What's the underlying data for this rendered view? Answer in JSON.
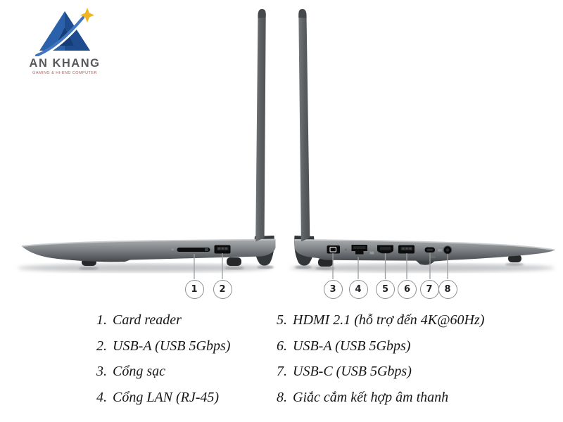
{
  "logo": {
    "brand": "AN KHANG",
    "tagline": "GAMING & HI-END COMPUTER"
  },
  "callouts": [
    "1",
    "2",
    "3",
    "4",
    "5",
    "6",
    "7",
    "8"
  ],
  "laptops": {
    "left_view": {
      "ports": [
        "card-reader-slot",
        "usb-a-port"
      ]
    },
    "right_view": {
      "ports": [
        "power-port",
        "lan-port",
        "hdmi-port",
        "usb-a-port",
        "usb-c-port",
        "audio-jack-port"
      ]
    }
  },
  "legend": {
    "left": [
      {
        "num": "1.",
        "label": "Card reader"
      },
      {
        "num": "2.",
        "label": "USB-A (USB 5Gbps)"
      },
      {
        "num": "3.",
        "label": "Cổng sạc"
      },
      {
        "num": "4.",
        "label": "Cổng LAN (RJ-45)"
      }
    ],
    "right": [
      {
        "num": "5.",
        "label": "HDMI 2.1 (hỗ trợ đến 4K@60Hz)"
      },
      {
        "num": "6.",
        "label": "USB-A (USB 5Gbps)"
      },
      {
        "num": "7.",
        "label": "USB-C (USB 5Gbps)"
      },
      {
        "num": "8.",
        "label": "Giắc cắm kết hợp âm thanh"
      }
    ]
  },
  "colors": {
    "laptop_body": "#6e7276",
    "laptop_body_light": "#a9adb0",
    "laptop_body_dark": "#3e4144",
    "logo_blue": "#2b61aa",
    "logo_navy": "#1f4c8e",
    "star_gold": "#f1b51d",
    "tagline_red": "#a65f5b",
    "text": "#171717"
  }
}
